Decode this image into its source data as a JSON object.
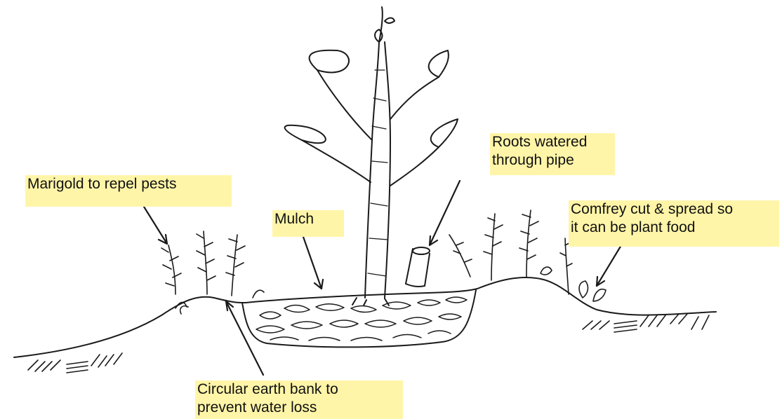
{
  "labels": {
    "marigold": "Marigold to repel pests",
    "mulch": "Mulch",
    "roots": "Roots watered\nthrough pipe",
    "comfrey": "Comfrey cut & spread so\nit can be plant food",
    "earth_bank": "Circular earth bank to\nprevent water loss"
  },
  "colors": {
    "ink": "#1a1a1a",
    "label_background": "#fff5a8"
  }
}
